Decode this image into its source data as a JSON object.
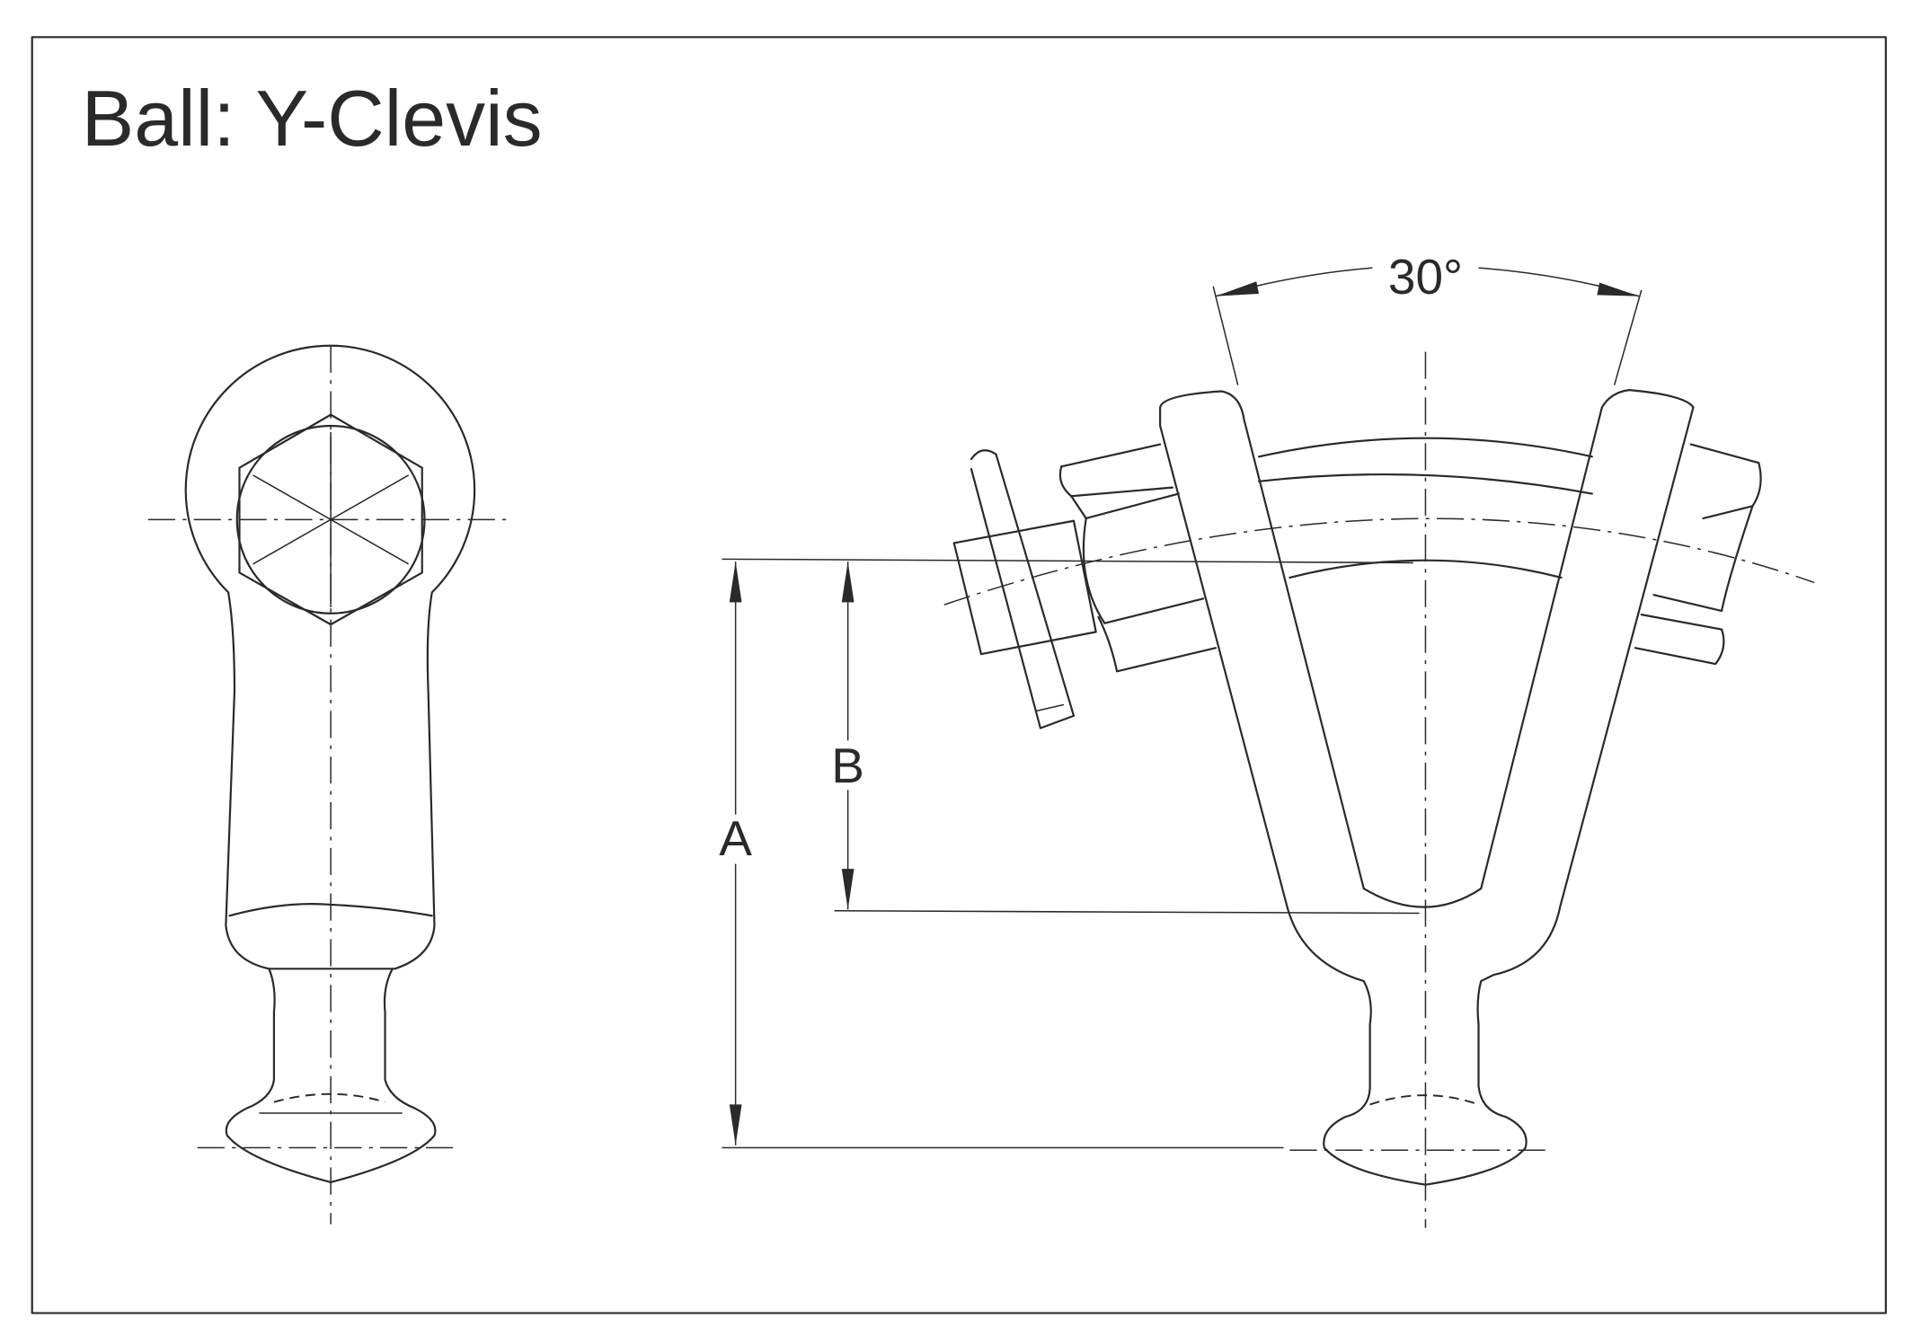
{
  "title": "Ball: Y-Clevis",
  "dimensions": {
    "angle_label": "30°",
    "a_label": "A",
    "b_label": "B"
  }
}
